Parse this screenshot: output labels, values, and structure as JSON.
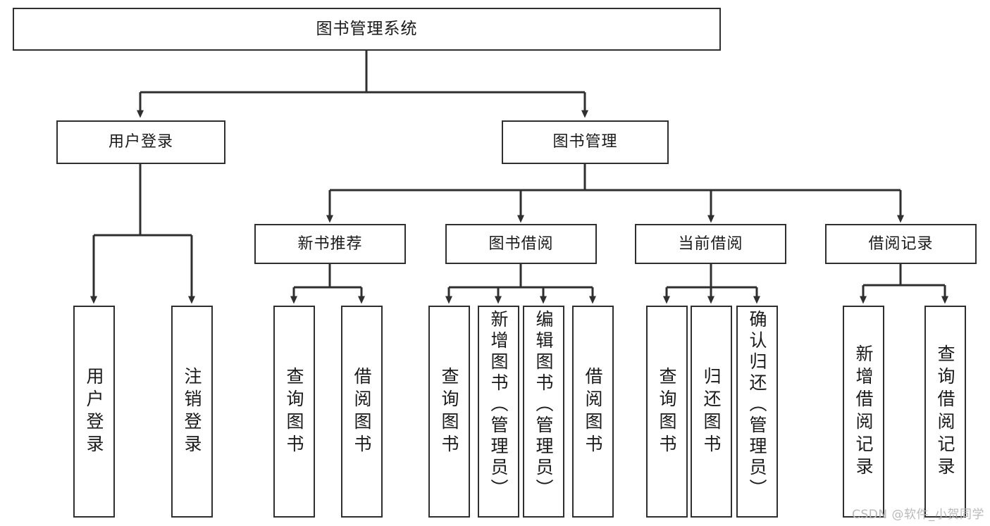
{
  "diagram": {
    "type": "tree",
    "title": "图书管理系统",
    "watermark": "CSDN @软件_小贺同学",
    "colors": {
      "box_border": "#2f2f2f",
      "box_fill": "#ffffff",
      "connector": "#2f2f2f",
      "text": "#1a1a1a",
      "watermark": "#b9b9b9"
    },
    "root": {
      "label": "图书管理系统"
    },
    "level1": [
      {
        "label": "用户登录"
      },
      {
        "label": "图书管理"
      }
    ],
    "level2": [
      {
        "label": "新书推荐"
      },
      {
        "label": "图书借阅"
      },
      {
        "label": "当前借阅"
      },
      {
        "label": "借阅记录"
      }
    ],
    "leaves": {
      "user_login": [
        {
          "label": "用户登录"
        },
        {
          "label": "注销登录"
        }
      ],
      "new_book_recommend": [
        {
          "label": "查询图书"
        },
        {
          "label": "借阅图书"
        }
      ],
      "book_borrow": [
        {
          "label": "查询图书"
        },
        {
          "label": "新增图书（管理员）"
        },
        {
          "label": "编辑图书（管理员）"
        },
        {
          "label": "借阅图书"
        }
      ],
      "current_borrow": [
        {
          "label": "查询图书"
        },
        {
          "label": "归还图书"
        },
        {
          "label": "确认归还（管理员）"
        }
      ],
      "borrow_records": [
        {
          "label": "新增借阅记录"
        },
        {
          "label": "查询借阅记录"
        }
      ]
    }
  }
}
